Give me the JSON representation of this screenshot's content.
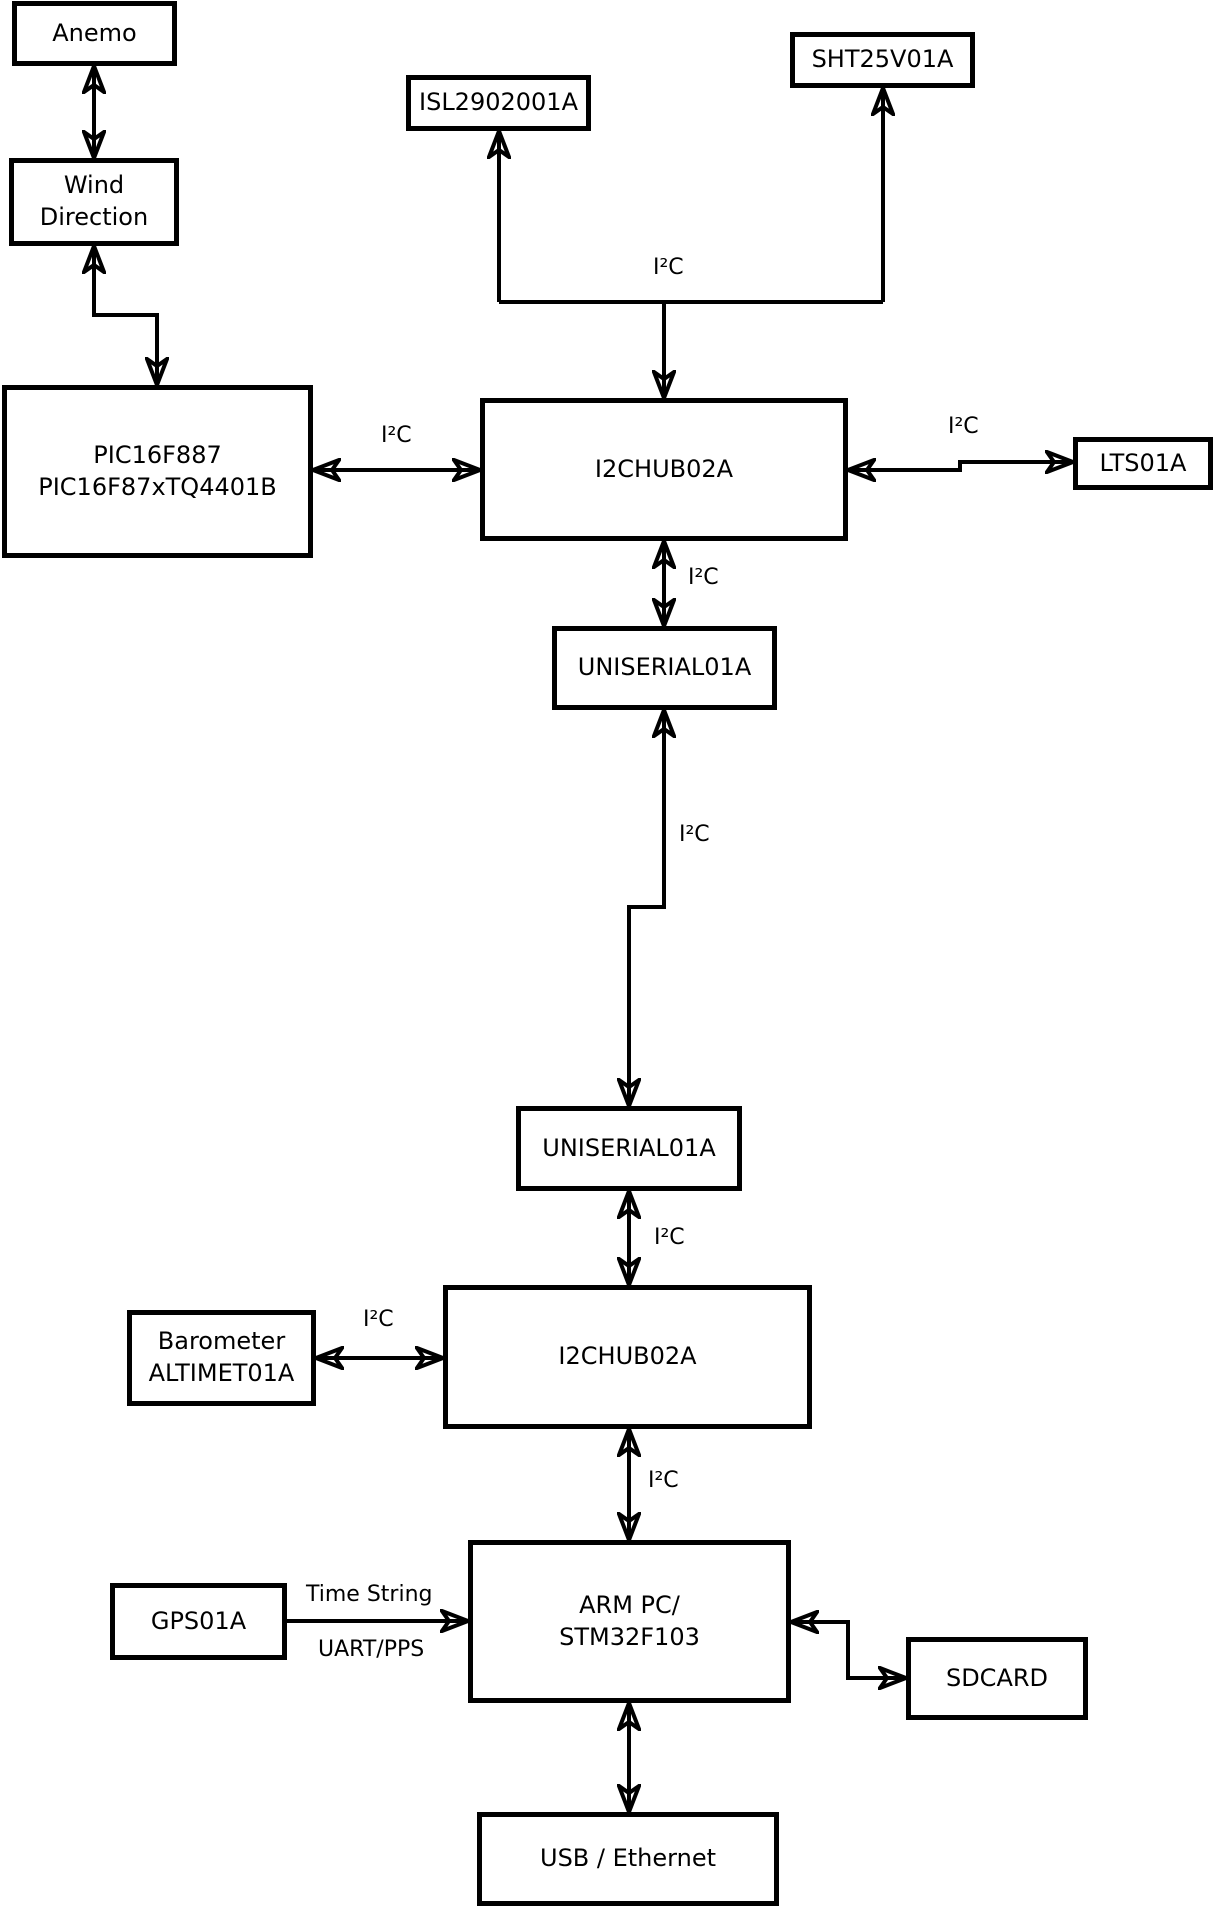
{
  "diagram": {
    "type": "block-diagram",
    "line_color": "#000000",
    "background_color": "#ffffff",
    "nodes": {
      "anemo": {
        "label": "Anemo"
      },
      "wind_direction": {
        "label": "Wind\nDirection"
      },
      "isl": {
        "label": "ISL2902001A"
      },
      "sht": {
        "label": "SHT25V01A"
      },
      "pic": {
        "label": "PIC16F887\nPIC16F87xTQ4401B"
      },
      "i2chub_top": {
        "label": "I2CHUB02A"
      },
      "lts": {
        "label": "LTS01A"
      },
      "uniserial_top": {
        "label": "UNISERIAL01A"
      },
      "uniserial_bottom": {
        "label": "UNISERIAL01A"
      },
      "i2chub_bottom": {
        "label": "I2CHUB02A"
      },
      "barometer": {
        "label": "Barometer\nALTIMET01A"
      },
      "gps": {
        "label": "GPS01A"
      },
      "armpc": {
        "label": "ARM PC/\nSTM32F103"
      },
      "sdcard": {
        "label": "SDCARD"
      },
      "usb_ethernet": {
        "label": "USB / Ethernet"
      }
    },
    "edges": {
      "anemo_wind": {
        "from": "anemo",
        "to": "wind_direction",
        "direction": "both",
        "label": ""
      },
      "wind_pic": {
        "from": "wind_direction",
        "to": "pic",
        "direction": "both",
        "label": ""
      },
      "bus_isl_sht": {
        "from": "i2chub_top",
        "to": "isl + sht",
        "direction": "to",
        "label": "I²C"
      },
      "pic_hub": {
        "from": "pic",
        "to": "i2chub_top",
        "direction": "both",
        "label": "I²C"
      },
      "hub_lts": {
        "from": "i2chub_top",
        "to": "lts",
        "direction": "both",
        "label": "I²C"
      },
      "hub_uniserial": {
        "from": "i2chub_top",
        "to": "uniserial_top",
        "direction": "both",
        "label": "I²C"
      },
      "uni_uni": {
        "from": "uniserial_top",
        "to": "uniserial_bottom",
        "direction": "both",
        "label": "I²C"
      },
      "uni_hub2": {
        "from": "uniserial_bottom",
        "to": "i2chub_bottom",
        "direction": "both",
        "label": "I²C"
      },
      "baro_hub2": {
        "from": "barometer",
        "to": "i2chub_bottom",
        "direction": "both",
        "label": "I²C"
      },
      "hub2_arm": {
        "from": "i2chub_bottom",
        "to": "armpc",
        "direction": "both",
        "label": "I²C"
      },
      "gps_arm": {
        "from": "gps",
        "to": "armpc",
        "direction": "to",
        "label_top": "Time String",
        "label_bottom": "UART/PPS"
      },
      "arm_sdcard": {
        "from": "armpc",
        "to": "sdcard",
        "direction": "both",
        "label": ""
      },
      "arm_usb": {
        "from": "armpc",
        "to": "usb_ethernet",
        "direction": "both",
        "label": ""
      }
    }
  }
}
